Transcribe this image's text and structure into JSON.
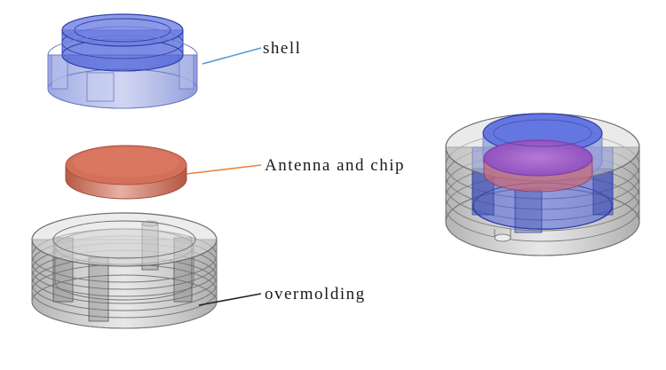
{
  "labels": {
    "shell": "shell",
    "antenna": "Antenna and chip",
    "overmolding": "overmolding"
  },
  "colors": {
    "background": "#ffffff",
    "shell_blue": "#4a5fd8",
    "shell_leader": "#5a9ad0",
    "antenna_copper": "#d4705a",
    "antenna_leader": "#e8843c",
    "overmold_gray": "#a8a8a8",
    "overmold_leader": "#222222",
    "chip_purple": "#9a58c8"
  },
  "components": [
    {
      "name": "shell",
      "color": "blue, translucent"
    },
    {
      "name": "antenna-and-chip",
      "color": "copper"
    },
    {
      "name": "overmolding",
      "color": "gray, translucent"
    },
    {
      "name": "assembled-tag",
      "color": "gray body with blue shell and purple chip"
    }
  ]
}
